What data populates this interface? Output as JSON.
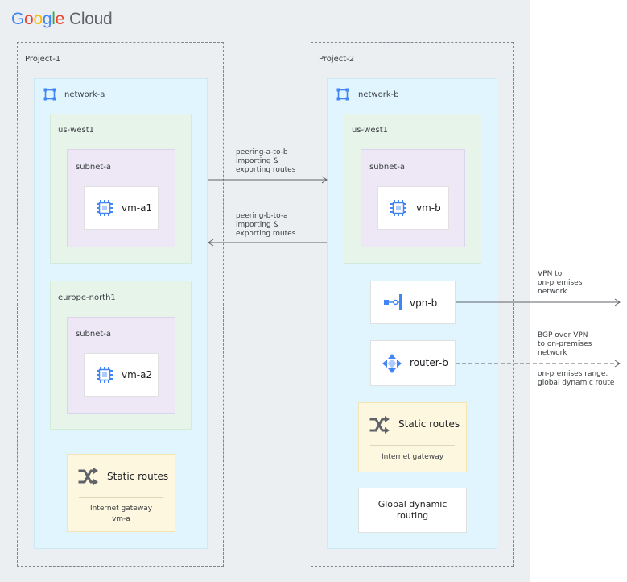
{
  "logo": {
    "google": [
      "G",
      "o",
      "o",
      "g",
      "l",
      "e"
    ],
    "cloud": "Cloud"
  },
  "project1": {
    "label": "Project-1",
    "network": "network-a",
    "regions": [
      {
        "label": "us-west1",
        "subnet": "subnet-a",
        "vm": "vm-a1"
      },
      {
        "label": "europe-north1",
        "subnet": "subnet-a",
        "vm": "vm-a2"
      }
    ],
    "routes": {
      "title": "Static routes",
      "lines": [
        "Internet gateway",
        "vm-a"
      ]
    }
  },
  "project2": {
    "label": "Project-2",
    "network": "network-b",
    "region": {
      "label": "us-west1",
      "subnet": "subnet-a",
      "vm": "vm-b"
    },
    "vpn": "vpn-b",
    "router": "router-b",
    "routes": {
      "title": "Static routes",
      "lines": [
        "Internet gateway"
      ]
    },
    "global_routing": "Global dynamic\nrouting"
  },
  "peering": {
    "a_to_b": "peering-a-to-b\nimporting &\nexporting routes",
    "b_to_a": "peering-b-to-a\nimporting &\nexporting routes"
  },
  "external": {
    "vpn_note": "VPN to\non-premises\nnetwork",
    "bgp_note": "BGP over VPN\nto on-premises\nnetwork",
    "range_note": "on-premises range,\nglobal dynamic route"
  },
  "colors": {
    "google_blue": "#4285f4",
    "google_red": "#ea4335",
    "google_yellow": "#fbbc04",
    "google_green": "#34a853",
    "network": "#e1f5fe",
    "region": "#e6f4ea",
    "subnet": "#ede7f6",
    "routes": "#fef7e0",
    "icon_blue": "#4285f4"
  },
  "icons": [
    "network-icon",
    "compute-engine-icon",
    "vpn-icon",
    "router-icon",
    "static-routes-icon"
  ]
}
